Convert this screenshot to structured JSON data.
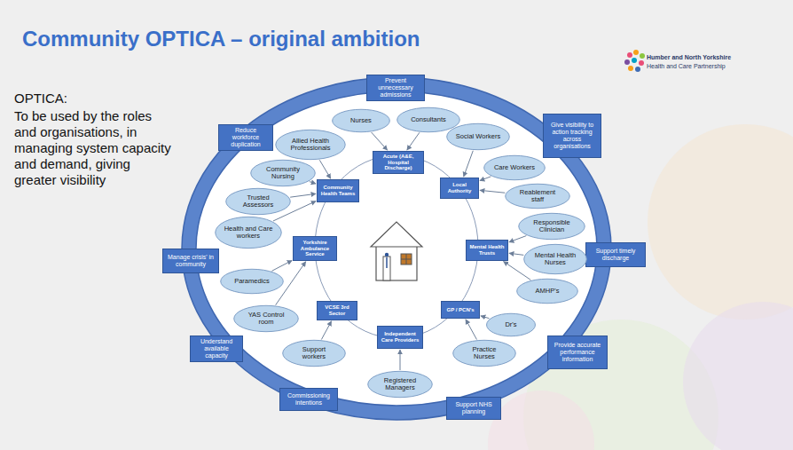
{
  "diagram": {
    "title": "Community OPTICA – original ambition",
    "nodes": [
      {
        "text": [
          "Prevent unnecessary admissions"
        ]
      },
      {
        "text": [
          "Give visibility to action tracking across organisations"
        ]
      },
      {
        "text": [
          "Support timely discharge"
        ]
      },
      {
        "text": [
          "Provide accurate performance information"
        ]
      },
      {
        "text": [
          "Support NHS planning"
        ]
      },
      {
        "text": [
          "Commissioning intentions"
        ]
      },
      {
        "text": [
          "Understand available capacity"
        ]
      },
      {
        "text": [
          "Manage crisis' in community"
        ]
      },
      {
        "text": [
          "Reduce workforce duplication"
        ]
      },
      {
        "text": [
          "Nurses"
        ]
      },
      {
        "text": [
          "Consultants"
        ]
      },
      {
        "text": [
          "Social Workers"
        ]
      },
      {
        "text": [
          "Care Workers"
        ]
      },
      {
        "text": [
          "Reablement staff"
        ]
      },
      {
        "text": [
          "Responsible Clinician"
        ]
      },
      {
        "text": [
          "Mental Health Nurses"
        ]
      },
      {
        "text": [
          "AMHP's"
        ]
      },
      {
        "text": [
          "Dr's"
        ]
      },
      {
        "text": [
          "Practice Nurses"
        ]
      },
      {
        "text": [
          "Registered Managers"
        ]
      },
      {
        "text": [
          "Support workers"
        ]
      },
      {
        "text": [
          "YAS Control room"
        ]
      },
      {
        "text": [
          "Paramedics"
        ]
      },
      {
        "text": [
          "Health and Care workers"
        ]
      },
      {
        "text": [
          "Trusted Assessors"
        ]
      },
      {
        "text": [
          "Community Nursing"
        ]
      },
      {
        "text": [
          "Allied Health Professionals"
        ]
      },
      {
        "text": [
          "Acute (A&E, Hospital Discharge)"
        ]
      },
      {
        "text": [
          "Local Authority"
        ]
      },
      {
        "text": [
          "Mental Health Trusts"
        ]
      },
      {
        "text": [
          "GP / PCN's"
        ]
      },
      {
        "text": [
          "Independent Care Providers"
        ]
      },
      {
        "text": [
          "VCSE 3rd Sector"
        ]
      },
      {
        "text": [
          "Yorkshire Ambulance Service"
        ]
      },
      {
        "text": [
          "Community Health Teams"
        ]
      }
    ],
    "edges": [
      {
        "from": 9,
        "to": 27,
        "arrow": "to"
      },
      {
        "from": 10,
        "to": 27,
        "arrow": "to"
      },
      {
        "from": 11,
        "to": 28,
        "arrow": "to"
      },
      {
        "from": 12,
        "to": 28,
        "arrow": "to"
      },
      {
        "from": 13,
        "to": 28,
        "arrow": "to"
      },
      {
        "from": 14,
        "to": 29,
        "arrow": "to"
      },
      {
        "from": 15,
        "to": 29,
        "arrow": "to"
      },
      {
        "from": 16,
        "to": 29,
        "arrow": "to"
      },
      {
        "from": 17,
        "to": 30,
        "arrow": "to"
      },
      {
        "from": 18,
        "to": 30,
        "arrow": "to"
      },
      {
        "from": 19,
        "to": 31,
        "arrow": "to"
      },
      {
        "from": 20,
        "to": 32,
        "arrow": "to"
      },
      {
        "from": 21,
        "to": 33,
        "arrow": "to"
      },
      {
        "from": 22,
        "to": 33,
        "arrow": "to"
      },
      {
        "from": 23,
        "to": 34,
        "arrow": "to"
      },
      {
        "from": 24,
        "to": 34,
        "arrow": "to"
      },
      {
        "from": 25,
        "to": 34,
        "arrow": "to"
      },
      {
        "from": 26,
        "to": 34,
        "arrow": "to"
      }
    ],
    "labels": [
      "OPTICA:",
      "To be used by the roles and organisations, in managing system capacity and demand, giving greater visibility",
      "Humber and North Yorkshire",
      "Health and Care Partnership"
    ]
  }
}
